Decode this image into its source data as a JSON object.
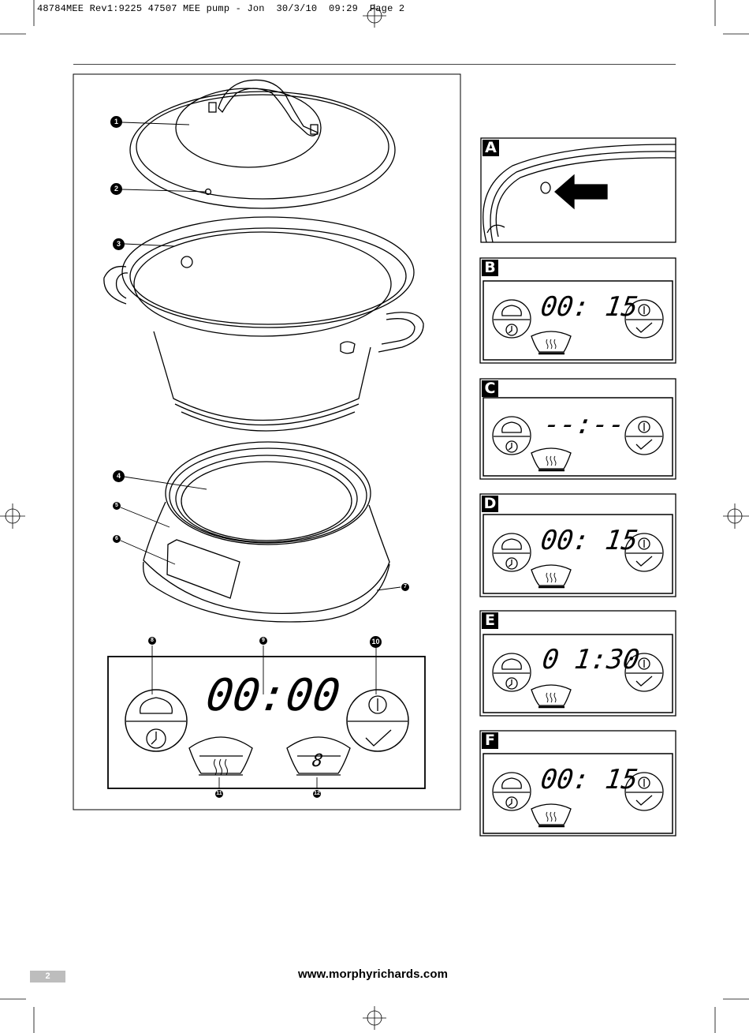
{
  "slug_line": "48784MEE Rev1:9225 47507 MEE pump - Jon  30/3/10  09:29  Page 2",
  "parts": {
    "n1": "1",
    "n2": "2",
    "n3": "3",
    "n4": "4",
    "n5": "5",
    "n6": "6",
    "n7": "7",
    "n8": "8",
    "n9": "9",
    "n10": "10",
    "n11": "11",
    "n12": "12"
  },
  "main_display": {
    "time": "00:00",
    "level_digit": "8"
  },
  "panels": {
    "A": {
      "letter": "A"
    },
    "B": {
      "letter": "B",
      "time": "00: 15"
    },
    "C": {
      "letter": "C",
      "time": "--:--"
    },
    "D": {
      "letter": "D",
      "time": "00: 15"
    },
    "E": {
      "letter": "E",
      "time": "0 1:30"
    },
    "F": {
      "letter": "F",
      "time": "00: 15"
    }
  },
  "footer": {
    "url": "www.morphyrichards.com",
    "page_number": "2"
  }
}
